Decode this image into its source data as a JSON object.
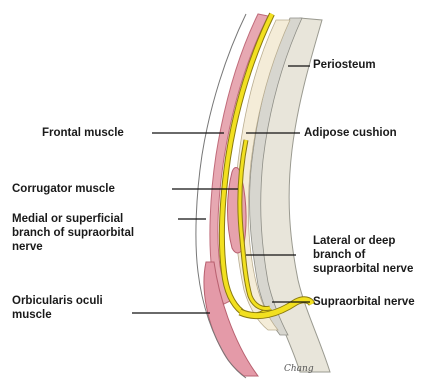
{
  "labels": {
    "periosteum": "Periosteum",
    "frontal_muscle": "Frontal muscle",
    "adipose_cushion": "Adipose cushion",
    "corrugator_muscle": "Corrugator muscle",
    "medial_branch": [
      "Medial or superficial",
      "branch of supraorbital",
      "nerve"
    ],
    "lateral_branch": [
      "Lateral or deep",
      "branch of",
      "supraorbital nerve"
    ],
    "orbicularis": [
      "Orbicularis oculi",
      "muscle"
    ],
    "supraorbital_nerve": "Supraorbital nerve"
  },
  "signature": "Chang",
  "colors": {
    "muscle": "#e7a8b2",
    "muscle_dark": "#c9707f",
    "nerve": "#f2e020",
    "nerve_edge": "#8a7a10",
    "periosteum": "#cfcfc8",
    "adipose": "#f3ead6",
    "bone": "#e6e3d8",
    "leader": "#111111"
  }
}
